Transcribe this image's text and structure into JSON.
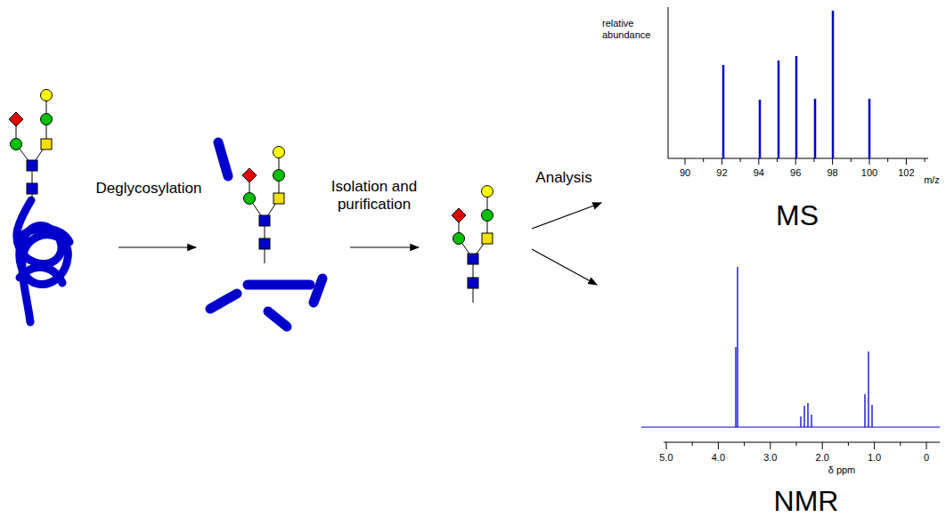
{
  "diagram": {
    "labels": [
      "Deglycosylation",
      "Isolation and purification",
      "Analysis",
      "relative abundance",
      "90",
      "92",
      "94",
      "96",
      "98",
      "100",
      "102",
      "m/z",
      "MS",
      "5.0",
      "4.0",
      "3.0",
      "2.0",
      "1.0",
      "0",
      "δ ppm",
      "NMR"
    ]
  }
}
